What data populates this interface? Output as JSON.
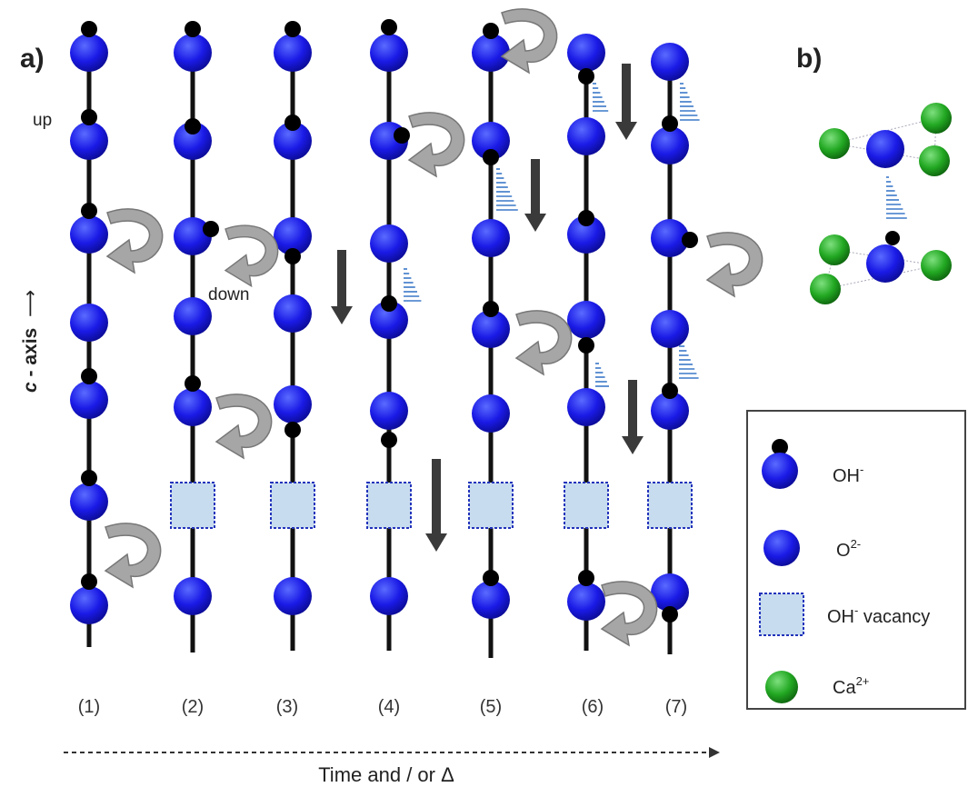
{
  "panel_a_label": "a)",
  "panel_b_label": "b)",
  "axis": {
    "c_letter": "c",
    "c_rest": " - axis",
    "arrow": "⟶"
  },
  "annotations": {
    "up": "up",
    "down": "down"
  },
  "columns": [
    "(1)",
    "(2)",
    "(3)",
    "(4)",
    "(5)",
    "(6)",
    "(7)"
  ],
  "time_label": "Time and / or Δ",
  "legend": {
    "oh": {
      "base": "OH",
      "sup": "-"
    },
    "o": {
      "base": "O",
      "sup": "2-"
    },
    "vacancy": {
      "base": "OH",
      "sup": "-",
      "rest": " vacancy"
    },
    "ca": {
      "base": "Ca",
      "sup": "2+"
    }
  },
  "colors": {
    "oxygen": "#1a1ae6",
    "hydrogen": "#000000",
    "calcium": "#1e9e1e",
    "vacancy_fill": "#c8dcef",
    "vacancy_border": "#2233bb",
    "rotation_arrow": "#9a9a9a",
    "shift_arrow": "#3a3a3a",
    "hbond": "#3b78c8"
  }
}
